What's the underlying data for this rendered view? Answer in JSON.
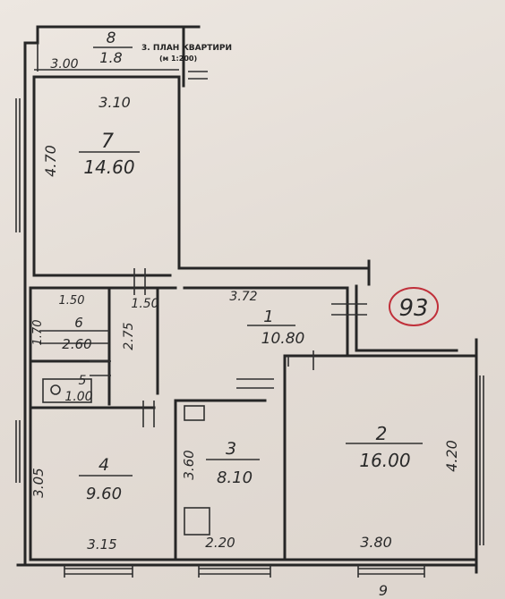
{
  "header": {
    "line1": "3. ПЛАН КВАРТИРИ",
    "line2": "(м 1:200)"
  },
  "apartment_number": "93",
  "rooms": [
    {
      "number": "8",
      "area": "1.8"
    },
    {
      "number": "7",
      "area": "14.60"
    },
    {
      "number": "6",
      "area": "2.60"
    },
    {
      "number": "5",
      "area": "1.00"
    },
    {
      "number": "1",
      "area": "10.80"
    },
    {
      "number": "2",
      "area": "16.00"
    },
    {
      "number": "3",
      "area": "8.10"
    },
    {
      "number": "4",
      "area": "9.60"
    }
  ],
  "dimensions": {
    "d300": "3.00",
    "d310": "3.10",
    "d470": "4.70",
    "d150a": "1.50",
    "d150b": "1.50",
    "d372": "3.72",
    "d170": "1.70",
    "d275": "2.75",
    "d305": "3.05",
    "d360": "3.60",
    "d420": "4.20",
    "d315": "3.15",
    "d220": "2.20",
    "d380": "3.80",
    "d9": "9"
  },
  "colors": {
    "paper": "#e6dfd8",
    "ink": "#262626",
    "stamp": "#c0303a"
  }
}
